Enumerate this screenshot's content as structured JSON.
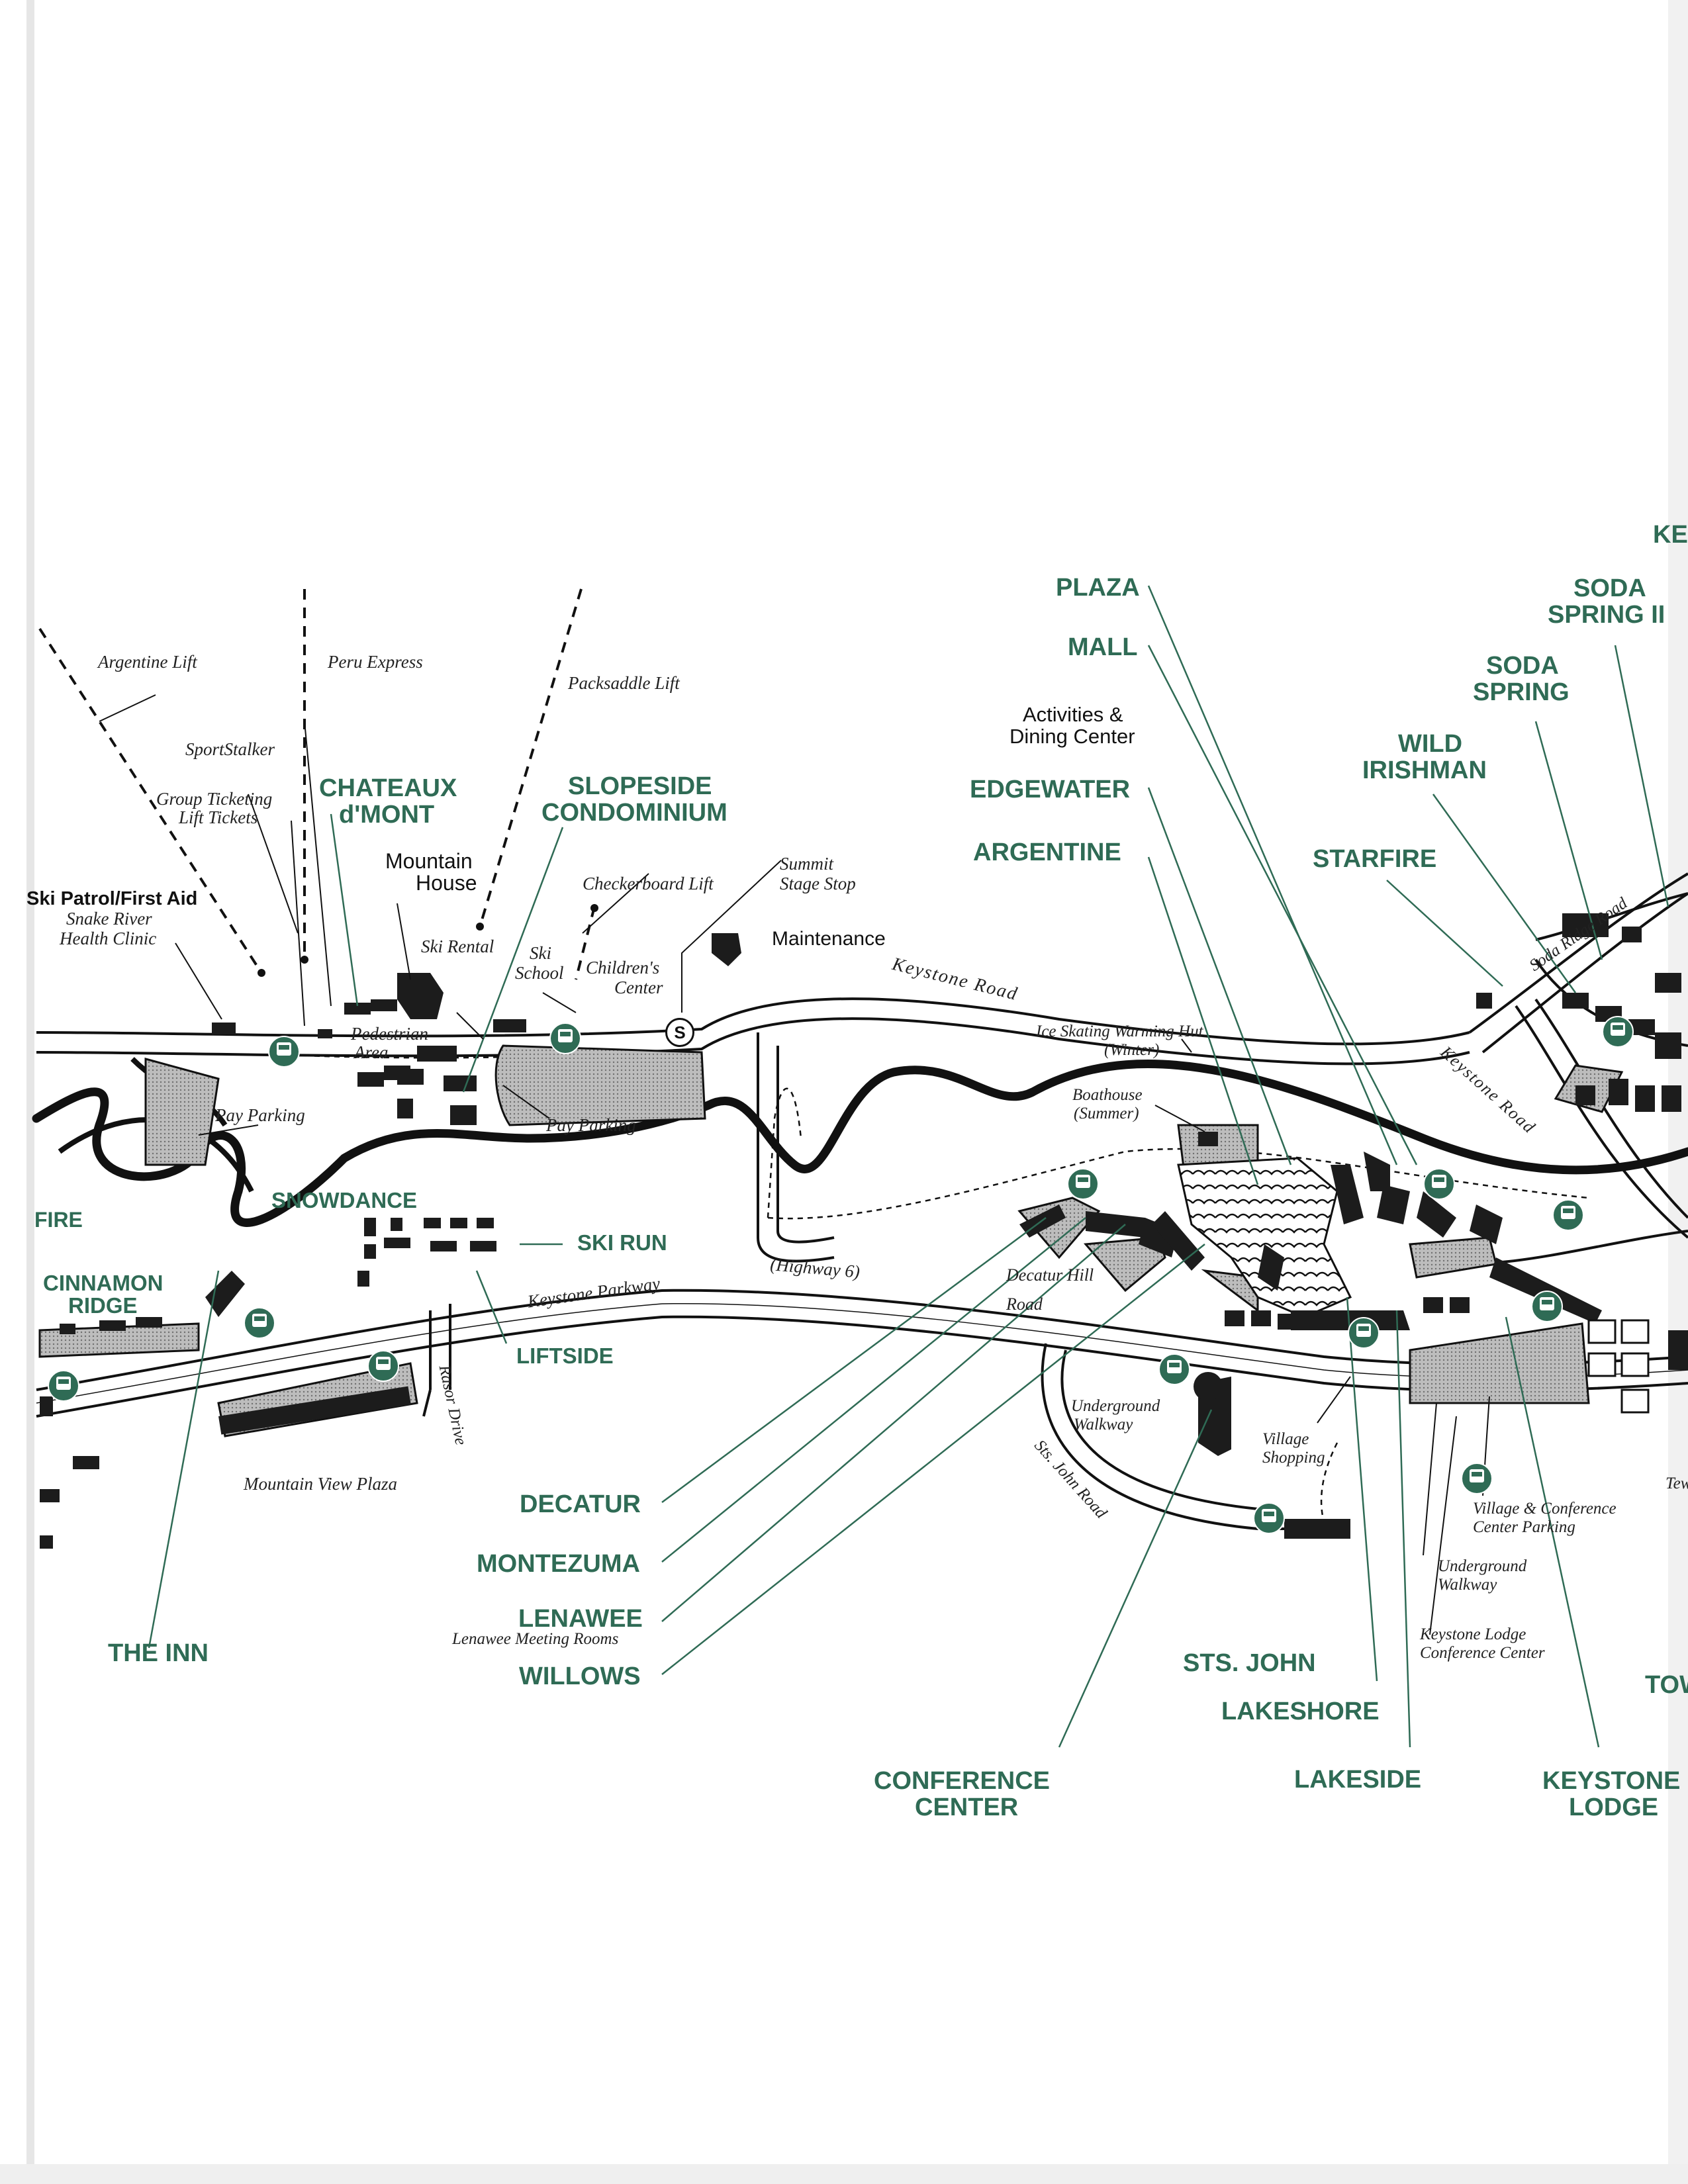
{
  "map": {
    "road_labels": {
      "keystone_road": "Keystone Road",
      "keystone_road_2": "Keystone Road",
      "soda_ridge_road": "Soda Ridge Road",
      "keystone_parkway": "Keystone Parkway",
      "highway_6": "(Highway 6)",
      "decatur_hill_road": "Decatur Hill Road",
      "sts_john_road": "Sts. John Road",
      "rasor_drive": "Rasor Drive"
    },
    "lifts": {
      "argentine": "Argentine Lift",
      "peru": "Peru Express",
      "packsaddle": "Packsaddle Lift",
      "sportstalker": "SportStalker",
      "group_ticketing": "Group Ticketing",
      "lift_tickets": "Lift Tickets",
      "checkerboard": "Checkerboard Lift",
      "summit_stage_1": "Summit",
      "summit_stage_2": "Stage Stop",
      "summit_symbol": "S"
    },
    "facilities": {
      "ski_patrol": "Ski Patrol/First Aid",
      "snake_river_1": "Snake River",
      "snake_river_2": "Health Clinic",
      "mountain_house_1": "Mountain",
      "mountain_house_2": "House",
      "ski_rental": "Ski Rental",
      "ski_school_1": "Ski",
      "ski_school_2": "School",
      "childrens_1": "Children's",
      "childrens_2": "Center",
      "maintenance": "Maintenance",
      "pedestrian_1": "Pedestrian",
      "pedestrian_2": "Area",
      "pay_parking_1": "Pay Parking",
      "pay_parking_2": "Pay Parking",
      "mountain_view_plaza": "Mountain View Plaza",
      "ice_skating_1": "Ice Skating Warming Hut",
      "ice_skating_2": "(Winter)",
      "boathouse_1": "Boathouse",
      "boathouse_2": "(Summer)",
      "activities_1": "Activities &",
      "activities_2": "Dining Center",
      "underground_1": "Underground",
      "underground_2": "Walkway",
      "village_shopping_1": "Village",
      "village_shopping_2": "Shopping",
      "village_conf_parking_1": "Village & Conference",
      "village_conf_parking_2": "Center Parking",
      "underground_b1": "Underground",
      "underground_b2": "Walkway",
      "keystone_lodge_cc_1": "Keystone Lodge",
      "keystone_lodge_cc_2": "Conference Center",
      "lenawee_rooms": "Lenawee Meeting Rooms",
      "tew_partial": "Tew"
    },
    "lodging": {
      "chateaux_1": "CHATEAUX",
      "chateaux_2": "d'MONT",
      "slopeside_1": "SLOPESIDE",
      "slopeside_2": "CONDOMINIUM",
      "plaza": "PLAZA",
      "mall": "MALL",
      "edgewater": "EDGEWATER",
      "argentine": "ARGENTINE",
      "starfire": "STARFIRE",
      "wild_1": "WILD",
      "wild_2": "IRISHMAN",
      "soda_1": "SODA",
      "soda_2": "SPRING",
      "soda2_1": "SODA",
      "soda2_2": "SPRING II",
      "ke_partial": "KE",
      "fire_partial": "FIRE",
      "cinnamon_1": "CINNAMON",
      "cinnamon_2": "RIDGE",
      "snowdance": "SNOWDANCE",
      "ski_run": "SKI RUN",
      "liftside": "LIFTSIDE",
      "the_inn": "THE INN",
      "decatur": "DECATUR",
      "montezuma": "MONTEZUMA",
      "lenawee": "LENAWEE",
      "willows": "WILLOWS",
      "conference_1": "CONFERENCE",
      "conference_2": "CENTER",
      "sts_john": "STS. JOHN",
      "lakeshore": "LAKESHORE",
      "lakeside": "LAKESIDE",
      "keystone_lodge_1": "KEYSTONE",
      "keystone_lodge_2": "LODGE",
      "tow_partial": "TOW"
    },
    "colors": {
      "label_green": "#2f6b55",
      "road": "#1a1a1a",
      "river": "#1a1a1a",
      "parking_hatch": "#9a9a9a",
      "building": "#1c1c1c",
      "bus_stop": "#2f6b55"
    },
    "icons": {
      "bus_stop": "bus-stop-icon",
      "summit_stop": "summit-stop-icon"
    }
  }
}
